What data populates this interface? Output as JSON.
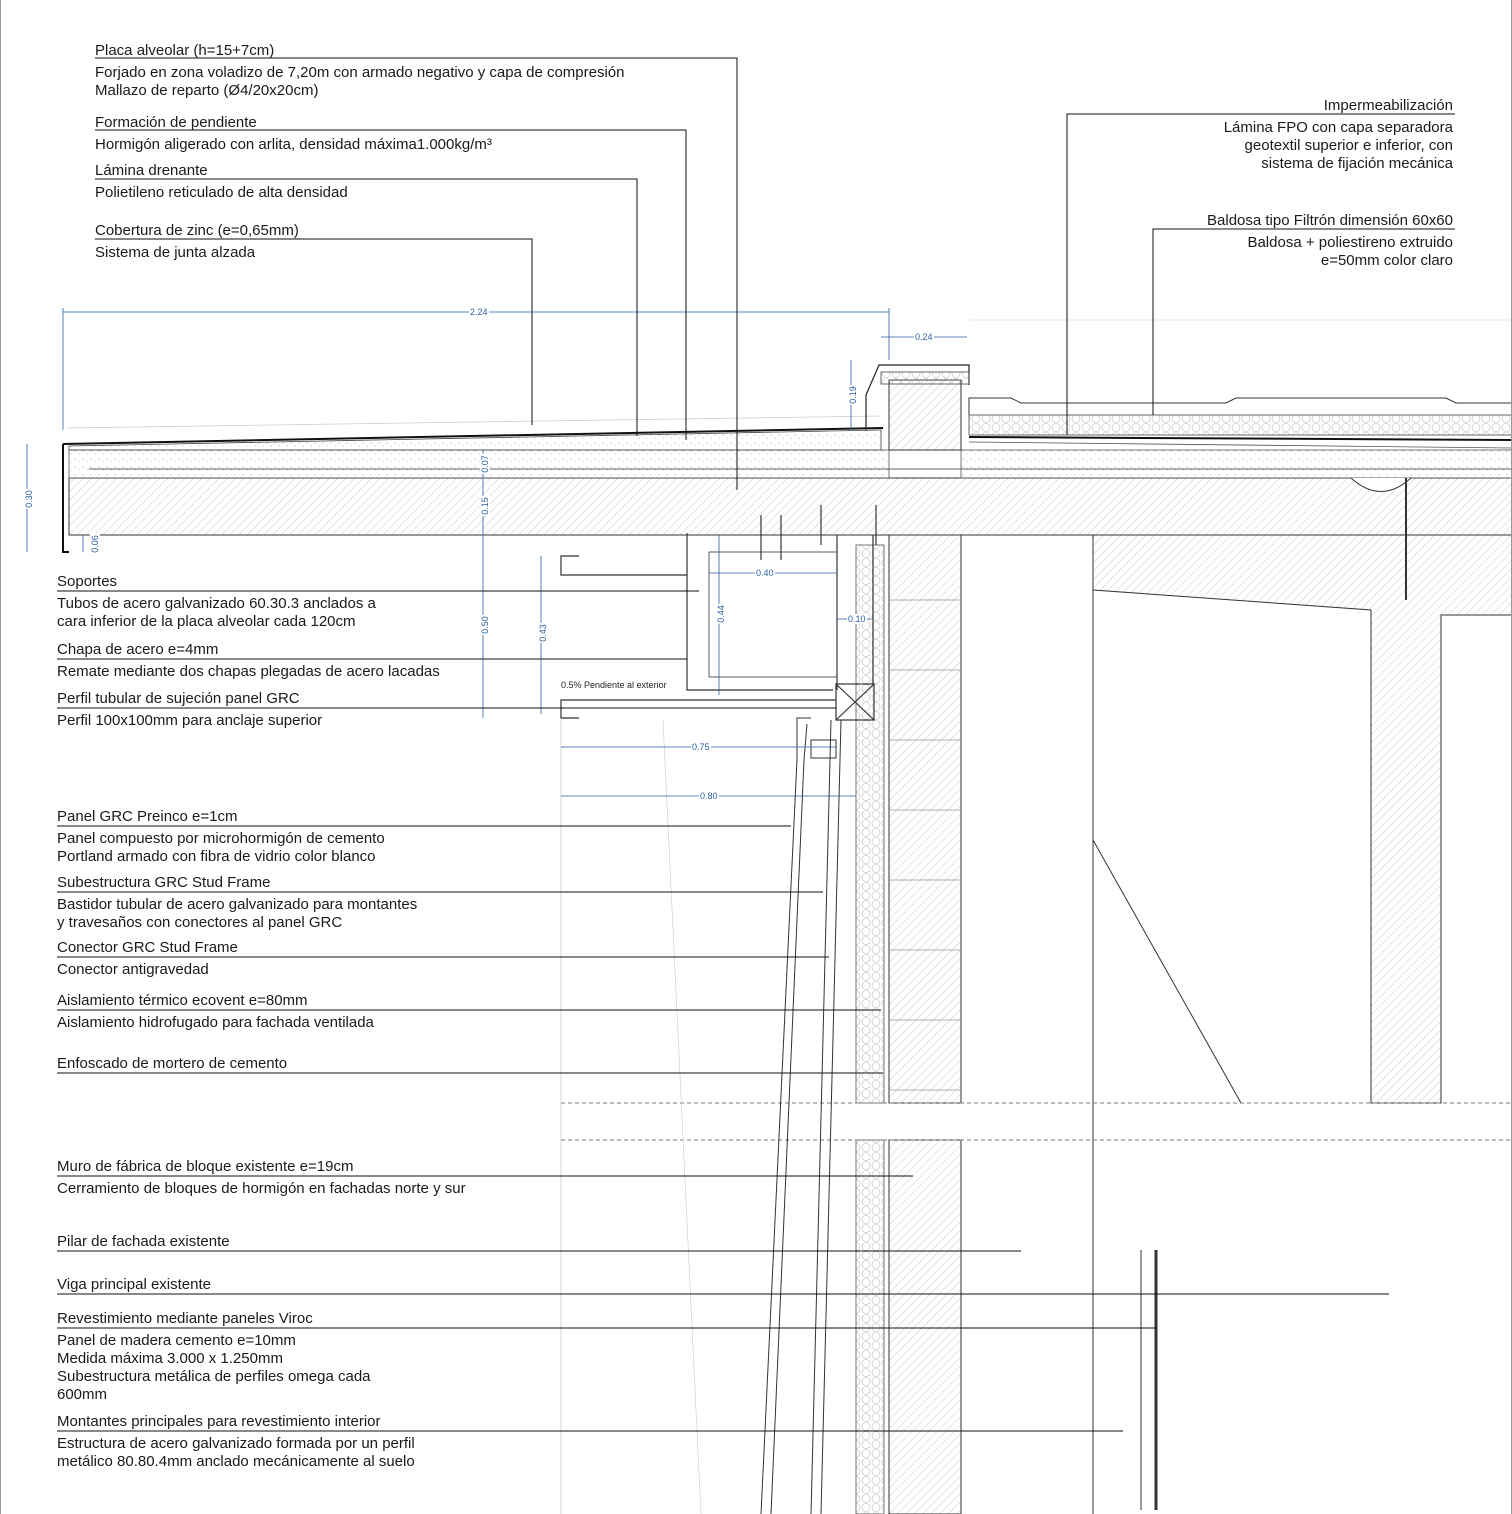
{
  "labels_top_left": [
    {
      "title": "Placa alveolar (h=15+7cm)",
      "lines": [
        "Forjado en zona voladizo de 7,20m con armado negativo y capa de compresión",
        "Mallazo de reparto (Ø4/20x20cm)"
      ]
    },
    {
      "title": "Formación de pendiente",
      "lines": [
        "Hormigón aligerado con arlita, densidad máxima1.000kg/m³"
      ]
    },
    {
      "title": "Lámina drenante",
      "lines": [
        "Polietileno reticulado de alta densidad"
      ]
    },
    {
      "title": "Cobertura de zinc (e=0,65mm)",
      "lines": [
        "Sistema de junta alzada"
      ]
    }
  ],
  "labels_top_right": [
    {
      "title": "Impermeabilización",
      "lines": [
        "Lámina FPO con capa separadora",
        "geotextil superior e inferior, con",
        "sistema de fijación mecánica"
      ]
    },
    {
      "title": "Baldosa tipo Filtrón dimensión 60x60",
      "lines": [
        "Baldosa + poliestireno extruido",
        "e=50mm color claro"
      ]
    }
  ],
  "labels_left": [
    {
      "title": "Soportes",
      "lines": [
        "Tubos de acero galvanizado 60.30.3 anclados a",
        "cara inferior de la placa alveolar cada 120cm"
      ]
    },
    {
      "title": "Chapa de acero e=4mm",
      "lines": [
        "Remate mediante dos chapas plegadas de acero lacadas"
      ]
    },
    {
      "title": "Perfil tubular de sujeción panel GRC",
      "lines": [
        "Perfil 100x100mm para anclaje superior"
      ]
    },
    {
      "title": "Panel GRC Preinco e=1cm",
      "lines": [
        "Panel compuesto por microhormigón de cemento",
        "Portland armado con fibra de vidrio color blanco"
      ]
    },
    {
      "title": "Subestructura GRC Stud Frame",
      "lines": [
        "Bastidor tubular de acero galvanizado para montantes",
        "y travesaños con conectores al panel GRC"
      ]
    },
    {
      "title": "Conector GRC Stud Frame",
      "lines": [
        "Conector antigravedad"
      ]
    },
    {
      "title": "Aislamiento térmico ecovent e=80mm",
      "lines": [
        "Aislamiento hidrofugado para fachada ventilada"
      ]
    },
    {
      "title": "Enfoscado de mortero de cemento",
      "lines": []
    },
    {
      "title": "Muro de fábrica de bloque existente e=19cm",
      "lines": [
        "Cerramiento de bloques de hormigón en fachadas norte y sur"
      ]
    },
    {
      "title": "Pilar de fachada existente",
      "lines": []
    },
    {
      "title": "Viga principal existente",
      "lines": []
    },
    {
      "title": "Revestimiento mediante paneles Viroc",
      "lines": [
        "Panel de madera cemento e=10mm",
        "Medida máxima 3.000 x 1.250mm",
        "Subestructura metálica de perfiles omega cada",
        "600mm"
      ]
    },
    {
      "title": "Montantes principales para revestimiento interior",
      "lines": [
        "Estructura de acero galvanizado formada por un perfil",
        "metálico 80.80.4mm anclado mecánicamente al suelo"
      ]
    }
  ],
  "dimensions": {
    "d224": "2.24",
    "d024": "0.24",
    "d019": "0.19",
    "d030": "0.30",
    "d007": "0.07",
    "d015": "0.15",
    "d006": "0.06",
    "d040": "0.40",
    "d044": "0.44",
    "d010": "0.10",
    "d050": "0.50",
    "d043": "0.43",
    "d075": "0.75",
    "d080": "0.80"
  },
  "slope_note": "0.5% Pendiente al exterior",
  "colors": {
    "dimension": "#2a5fa0",
    "line": "#1a1a1a"
  }
}
